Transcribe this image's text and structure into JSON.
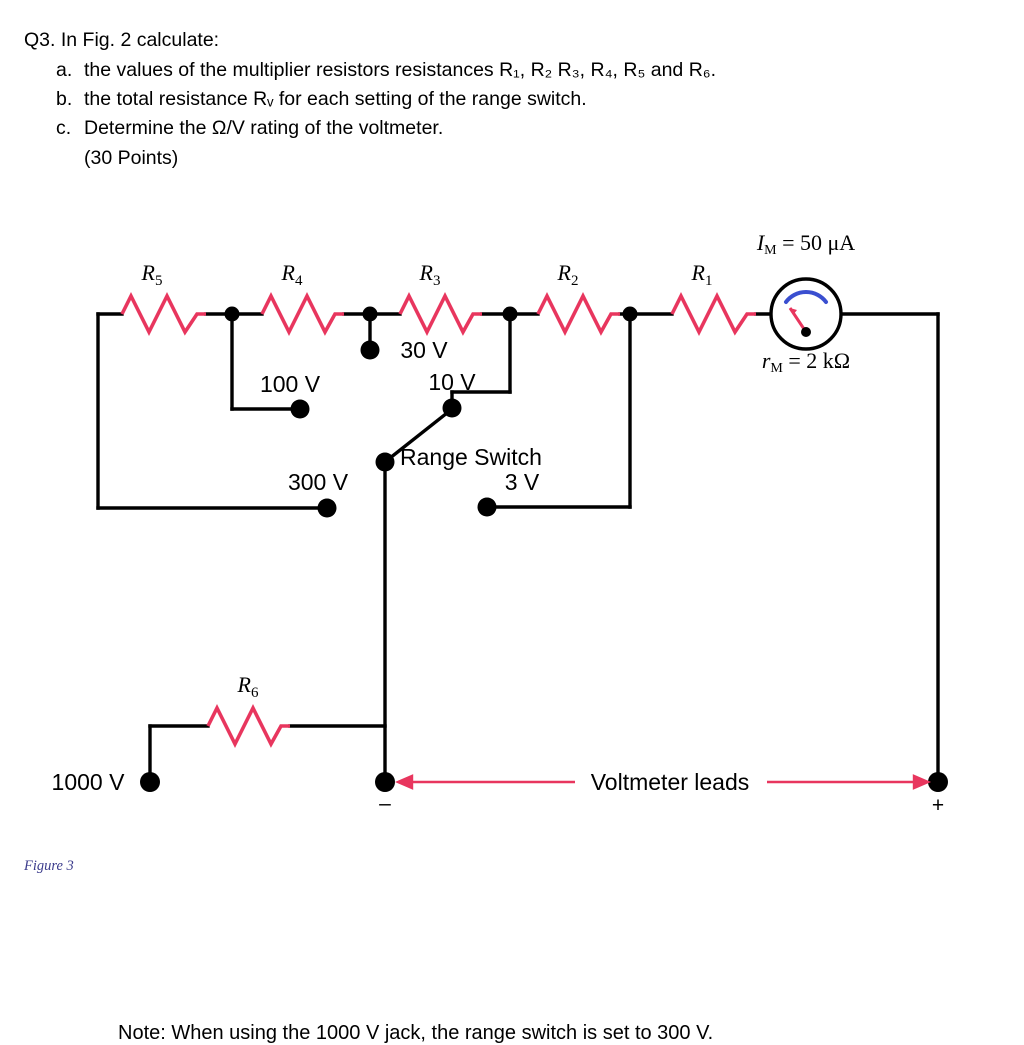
{
  "question": {
    "heading": "Q3. In Fig. 2 calculate:",
    "items": [
      {
        "marker": "a.",
        "text_pre": "the values of the multiplier resistors resistances R",
        "text": "the values of the multiplier resistors resistances R₁, R₂ R₃, R₄, R₅ and R₆."
      },
      {
        "marker": "b.",
        "text": "the total resistance Rᵥ for each setting of the range switch."
      },
      {
        "marker": "c.",
        "text": "Determine the Ω/V rating of the voltmeter."
      }
    ],
    "points": "(30 Points)"
  },
  "figure": {
    "caption": "Figure 3",
    "note": "Note: When using the 1000 V jack, the range switch is set to 300 V.",
    "leads_label": "Voltmeter leads",
    "range_switch_label": "Range Switch",
    "resistors": [
      {
        "name": "R",
        "sub": "5"
      },
      {
        "name": "R",
        "sub": "4"
      },
      {
        "name": "R",
        "sub": "3"
      },
      {
        "name": "R",
        "sub": "2"
      },
      {
        "name": "R",
        "sub": "1"
      },
      {
        "name": "R",
        "sub": "6"
      }
    ],
    "meter": {
      "current_label": "I",
      "current_sub": "M",
      "current_value": " = 50 μA",
      "resistance_label": "r",
      "resistance_sub": "M",
      "resistance_value": " = 2 kΩ"
    },
    "range_taps": [
      {
        "label": "1000 V"
      },
      {
        "label": "300 V"
      },
      {
        "label": "100 V"
      },
      {
        "label": "30 V"
      },
      {
        "label": "10 V"
      },
      {
        "label": "3 V"
      }
    ],
    "terminal_signs": {
      "negative": "–",
      "positive": "+"
    },
    "colors": {
      "wire": "#000000",
      "resistor": "#e8365e",
      "arrow": "#e8365e",
      "caption": "#3c3c8c"
    }
  }
}
